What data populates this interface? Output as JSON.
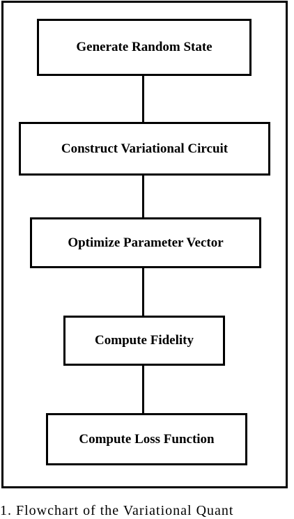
{
  "flowchart": {
    "steps": [
      {
        "label": "Generate Random State"
      },
      {
        "label": "Construct Variational Circuit"
      },
      {
        "label": "Optimize Parameter Vector"
      },
      {
        "label": "Compute Fidelity"
      },
      {
        "label": "Compute Loss Function"
      }
    ]
  },
  "caption": {
    "text": "1.  Flowchart of the Variational Quant"
  }
}
